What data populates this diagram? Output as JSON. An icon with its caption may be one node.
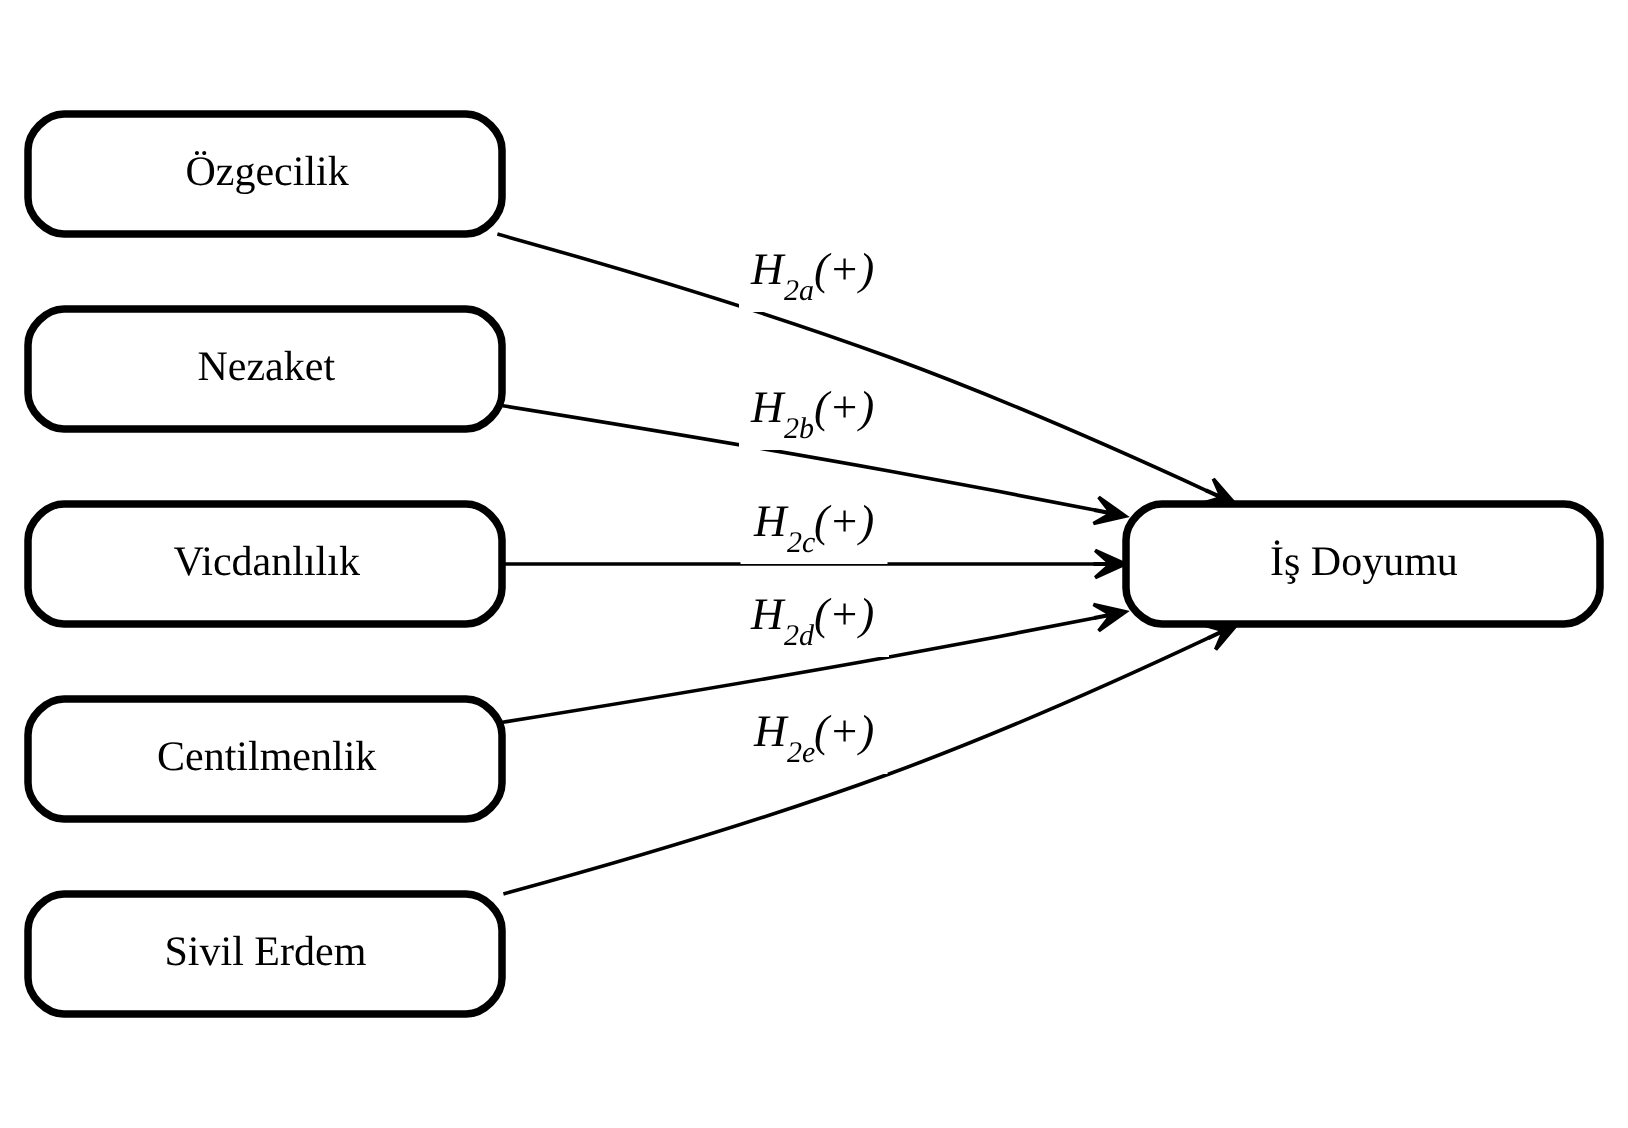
{
  "diagram": {
    "nodes": [
      {
        "text": [
          "Özgecilik"
        ]
      },
      {
        "text": [
          "Nezaket"
        ]
      },
      {
        "text": [
          "Vicdanlılık"
        ]
      },
      {
        "text": [
          "Centilmenlik"
        ]
      },
      {
        "text": [
          "Sivil Erdem"
        ]
      },
      {
        "text": [
          "İş Doyumu"
        ]
      }
    ],
    "edges": [
      {
        "from": 0,
        "to": 5,
        "arrow": "to",
        "label": "H$_{2a}$(+)"
      },
      {
        "from": 1,
        "to": 5,
        "arrow": "to",
        "label": "H$_{2b}$(+)"
      },
      {
        "from": 2,
        "to": 5,
        "arrow": "to",
        "label": "H$_{2c}$(+)"
      },
      {
        "from": 3,
        "to": 5,
        "arrow": "to",
        "label": "H$_{2d}$(+)"
      },
      {
        "from": 4,
        "to": 5,
        "arrow": "to",
        "label": "H$_{2e}$(+)"
      }
    ]
  }
}
